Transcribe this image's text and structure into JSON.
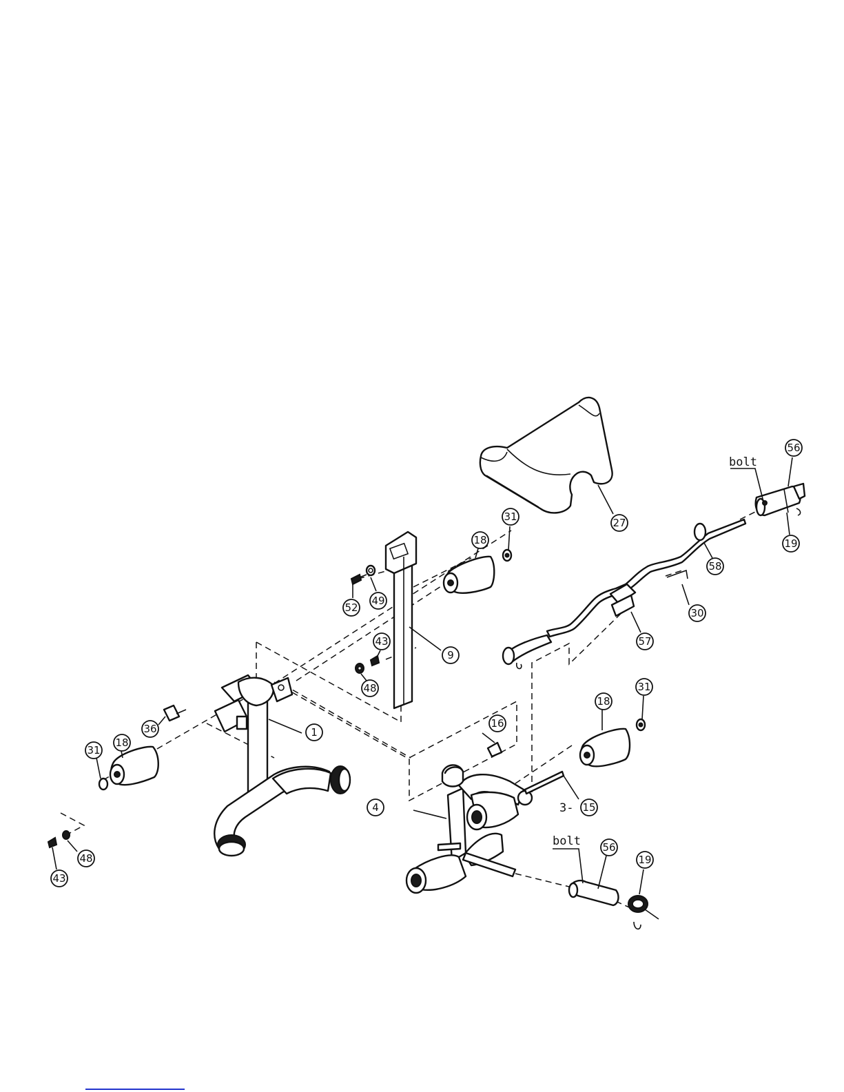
{
  "callouts": {
    "c1": "1",
    "c4": "4",
    "c9": "9",
    "c16": "16",
    "c18a": "18",
    "c18b": "18",
    "c18c": "18",
    "c19a": "19",
    "c19b": "19",
    "c27": "27",
    "c30": "30",
    "c31a": "31",
    "c31b": "31",
    "c31c": "31",
    "c36": "36",
    "c43a": "43",
    "c43b": "43",
    "c48a": "48",
    "c48b": "48",
    "c49": "49",
    "c52": "52",
    "c56a": "56",
    "c56b": "56",
    "c57": "57",
    "c58": "58",
    "c15": "15"
  },
  "labels": {
    "bolt_top": "bolt",
    "bolt_bottom": "bolt",
    "prefix_15": "3-"
  }
}
